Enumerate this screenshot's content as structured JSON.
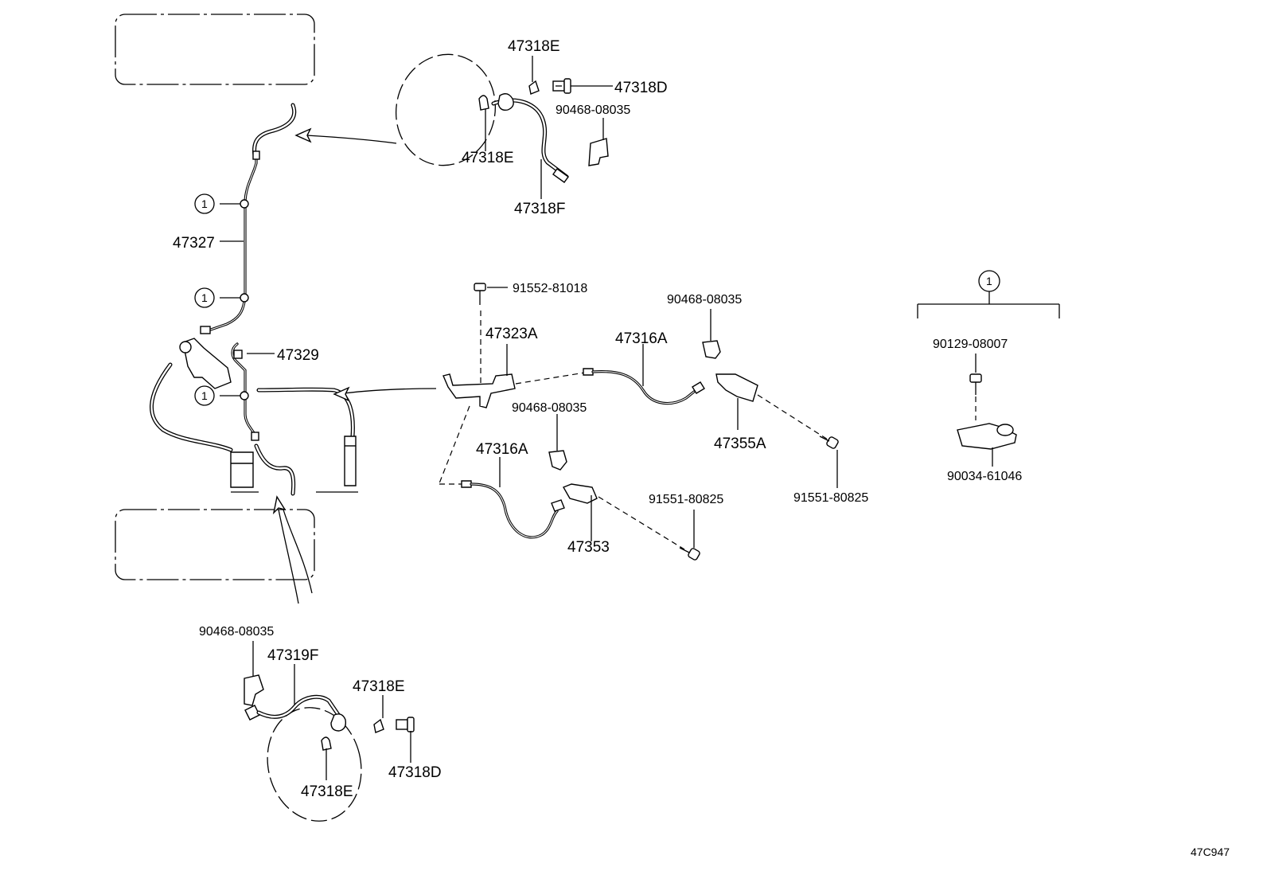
{
  "diagram_code": "47C947",
  "callout_symbol": "1",
  "labels": {
    "p47318E_top": "47318E",
    "p47318D_top": "47318D",
    "p90468_top": "90468-08035",
    "p47318E_mid": "47318E",
    "p47318F": "47318F",
    "p47327": "47327",
    "p47329": "47329",
    "p91552": "91552-81018",
    "p47323A": "47323A",
    "p90468_right": "90468-08035",
    "p47316A_right": "47316A",
    "p47355A": "47355A",
    "p91551_right": "91551-80825",
    "p90468_mid": "90468-08035",
    "p47316A_left": "47316A",
    "p47353": "47353",
    "p91551_mid": "91551-80825",
    "p90129": "90129-08007",
    "p90034": "90034-61046",
    "p90468_bottom": "90468-08035",
    "p47319F": "47319F",
    "p47318E_bottom": "47318E",
    "p47318D_bottom": "47318D",
    "p47318E_bottom2": "47318E"
  }
}
